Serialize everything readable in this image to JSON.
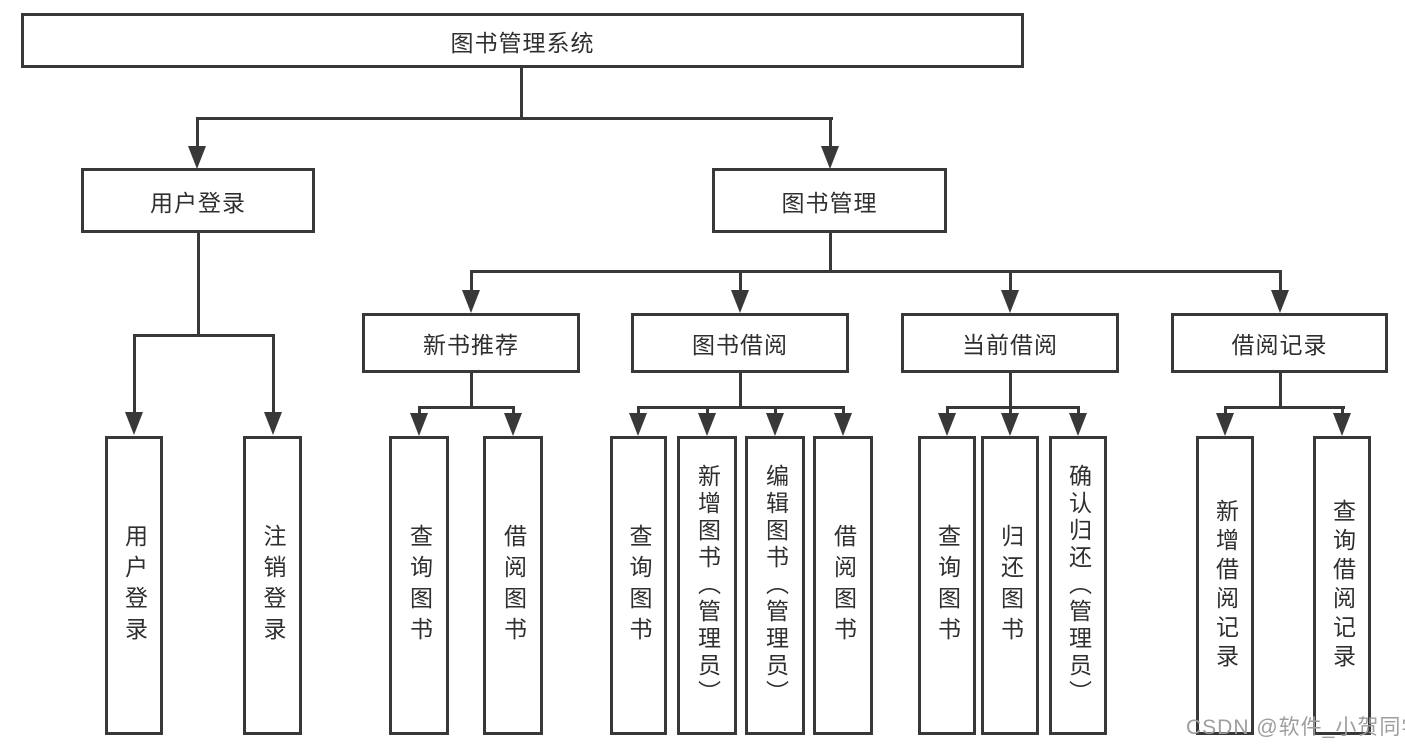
{
  "diagram": {
    "title": "图书管理系统",
    "level2": {
      "user_login": "用户登录",
      "book_mgmt": "图书管理"
    },
    "level3": {
      "new_book_rec": "新书推荐",
      "book_borrow": "图书借阅",
      "current_borrow": "当前借阅",
      "borrow_record": "借阅记录"
    },
    "leaves": {
      "user_login": "用户登录",
      "logout": "注销登录",
      "nbr_query_book": "查询图书",
      "nbr_borrow_book": "借阅图书",
      "bb_query_book": "查询图书",
      "bb_add_book": "新增图书（管理员）",
      "bb_edit_book": "编辑图书（管理员）",
      "bb_borrow_book": "借阅图书",
      "cb_query_book": "查询图书",
      "cb_return_book": "归还图书",
      "cb_confirm_return": "确认归还（管理员）",
      "br_add_record": "新增借阅记录",
      "br_query_record": "查询借阅记录"
    }
  },
  "watermark": "CSDN @软件_小贺同学",
  "colors": {
    "line": "#383838",
    "text": "#2f2f2f",
    "watermark": "#9e9e9e",
    "background": "#ffffff"
  }
}
